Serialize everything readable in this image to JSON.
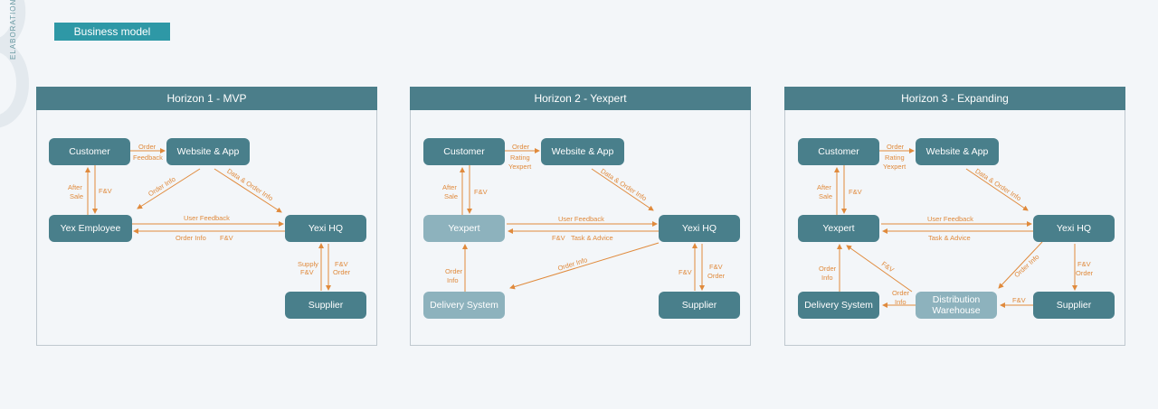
{
  "section": {
    "side_label": "ELABORATION",
    "badge": "Business model",
    "numeral_icon": "large-numeral-icon"
  },
  "colors": {
    "node": "#497f8b",
    "node_light": "#8db2bd",
    "header": "#4b7e8a",
    "arrow": "#e08a3c",
    "badge": "#2e98a6"
  },
  "panels": [
    {
      "title": "Horizon 1 - MVP",
      "nodes": {
        "customer": "Customer",
        "website": "Website & App",
        "employee": "Yex Employee",
        "hq": "Yexi HQ",
        "supplier": "Supplier"
      },
      "labels": {
        "order": "Order",
        "feedback": "Feedback",
        "order_info_diag": "Order Info",
        "data_order_info": "Data & Order Info",
        "after": "After",
        "sale": "Sale",
        "fv_left": "F&V",
        "user_feedback": "User Feedback",
        "order_info_bottom": "Order Info",
        "fv_bottom": "F&V",
        "supply": "Supply",
        "fv_supply": "F&V",
        "fv_right": "F&V",
        "order_right": "Order"
      }
    },
    {
      "title": "Horizon 2 - Yexpert",
      "nodes": {
        "customer": "Customer",
        "website": "Website & App",
        "yexpert": "Yexpert",
        "hq": "Yexi HQ",
        "delivery": "Delivery System",
        "supplier": "Supplier"
      },
      "labels": {
        "order": "Order",
        "rating": "Rating",
        "yexpert": "Yexpert",
        "data_order_info": "Data & Order Info",
        "after": "After",
        "sale": "Sale",
        "fv_left": "F&V",
        "user_feedback": "User Feedback",
        "fv_mid": "F&V",
        "task_advice": "Task & Advice",
        "order_info_diag": "Order Info",
        "info": "Info",
        "fv_sup_left": "F&V",
        "fv_sup_right": "F&V",
        "order_sup": "Order"
      }
    },
    {
      "title": "Horizon 3 - Expanding",
      "nodes": {
        "customer": "Customer",
        "website": "Website & App",
        "yexpert": "Yexpert",
        "hq": "Yexi HQ",
        "delivery": "Delivery System",
        "distribution_line1": "Distribution",
        "distribution_line2": "Warehouse",
        "supplier": "Supplier"
      },
      "labels": {
        "order": "Order",
        "rating": "Rating",
        "yexpert": "Yexpert",
        "data_order_info": "Data & Order Info",
        "after": "After",
        "sale": "Sale",
        "fv_left": "F&V",
        "user_feedback": "User Feedback",
        "task_advice": "Task & Advice",
        "order_info_diag": "Order Info",
        "info": "Info",
        "fv_diag": "F&V",
        "order_dw": "Order",
        "info_dw": "Info",
        "fv_sup": "F&V",
        "fv_hq": "F&V",
        "order_hq": "Order"
      }
    }
  ]
}
